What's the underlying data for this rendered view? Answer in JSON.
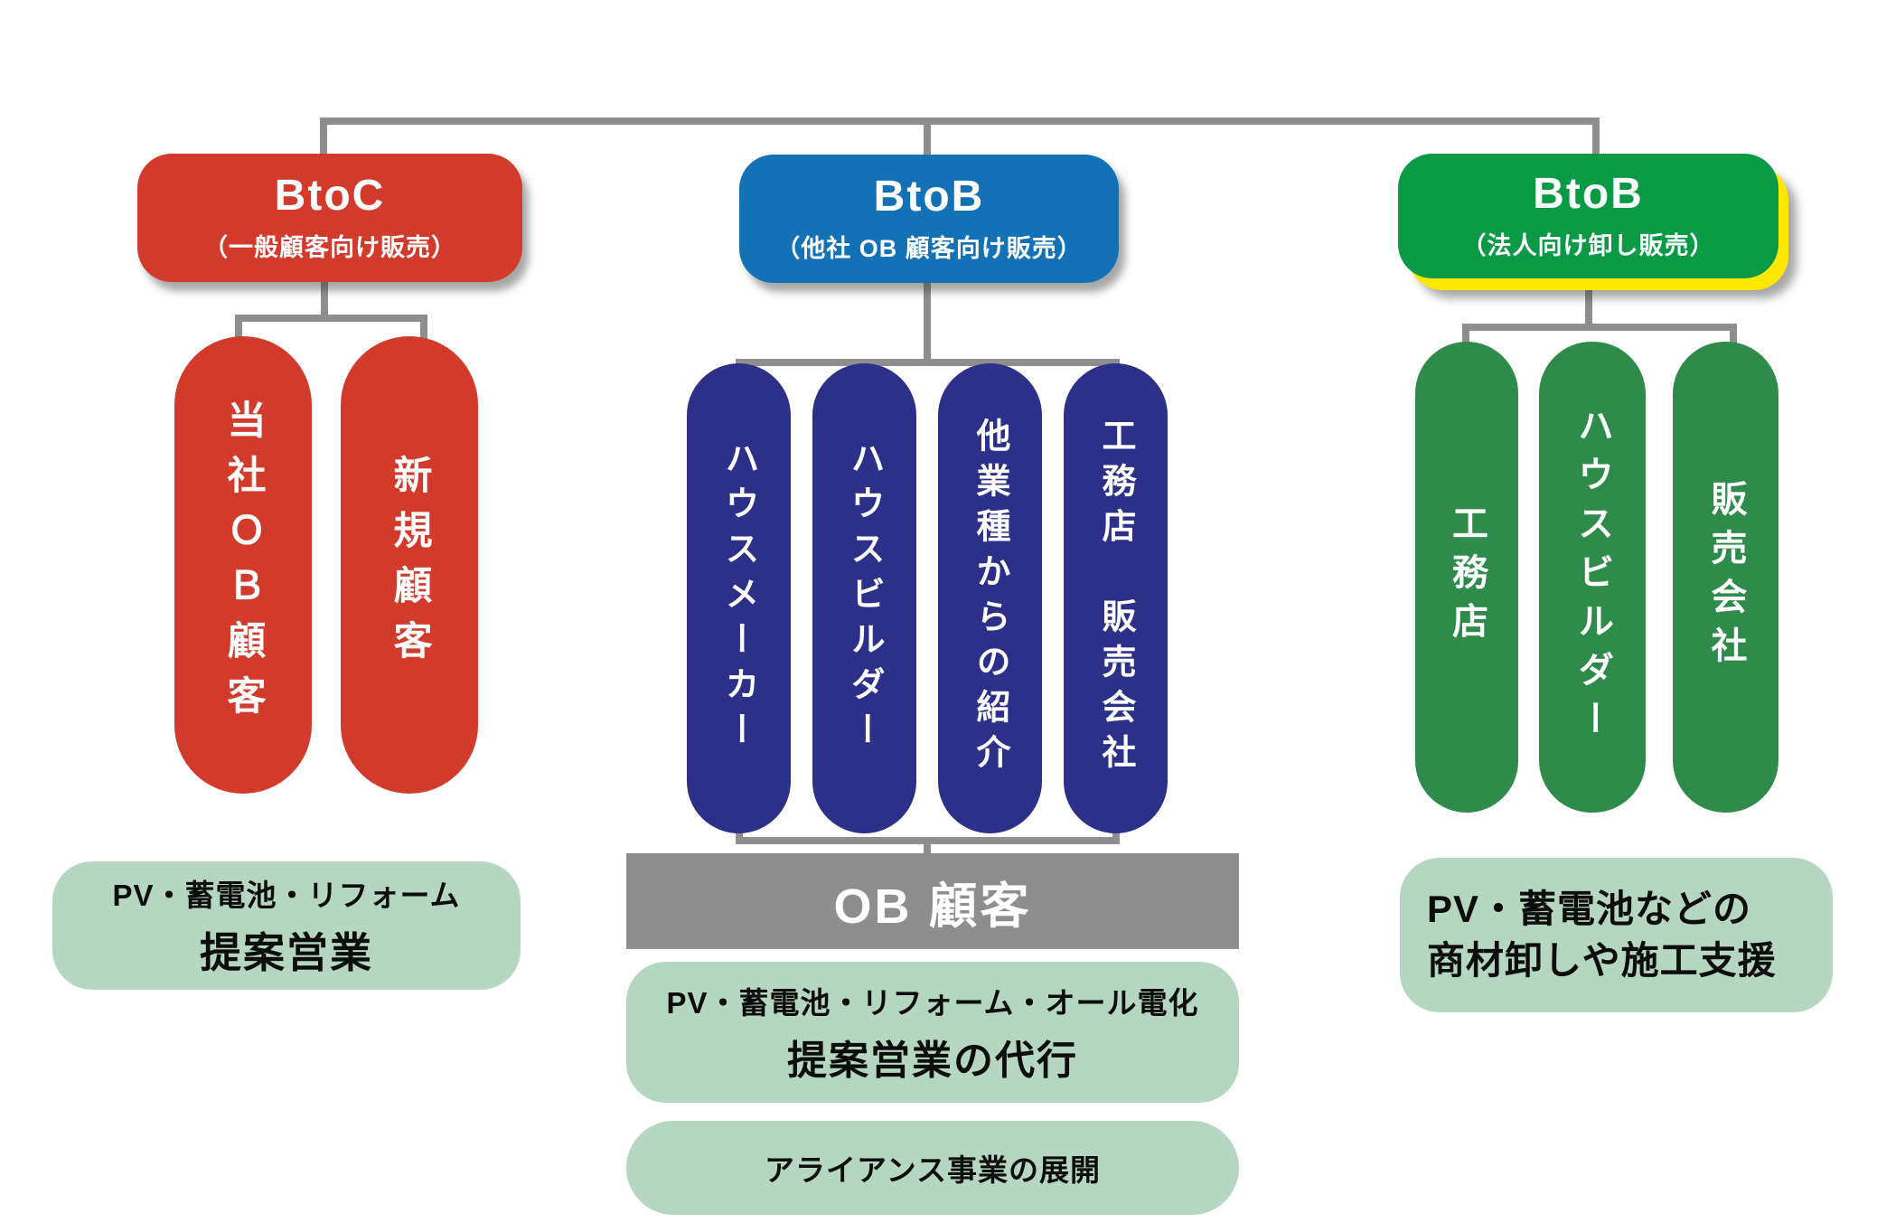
{
  "diagram": {
    "connector_color": "#8e8e8f",
    "note_bg": "#b5d7c1",
    "branches": {
      "btoc": {
        "title": "BtoC",
        "subtitle": "（一般顧客向け販売）",
        "color": "#d23a2c",
        "pills": {
          "p1": "当社ＯＢ顧客",
          "p2": "新規顧客"
        },
        "note": {
          "line1": "PV・蓄電池・リフォーム",
          "line2": "提案営業"
        }
      },
      "btob_ob": {
        "title": "BtoB",
        "subtitle": "（他社 OB 顧客向け販売）",
        "color": "#1272b5",
        "pill_color": "#2c3088",
        "pills": {
          "p1": "ハウスメーカー",
          "p2": "ハウスビルダー",
          "p3": "他業種からの紹介",
          "p4": "工務店　販売会社"
        },
        "ob_box_label": "OB 顧客",
        "ob_box_color": "#8e8e8f",
        "note1": {
          "line1": "PV・蓄電池・リフォーム・オール電化",
          "line2": "提案営業の代行"
        },
        "note2": "アライアンス事業の展開"
      },
      "btob_corp": {
        "title": "BtoB",
        "subtitle": "（法人向け卸し販売）",
        "color": "#0a9a46",
        "pill_color": "#2e8b4a",
        "accent_color": "#ffe800",
        "pills": {
          "p1": "工務店",
          "p2": "ハウスビルダー",
          "p3": "販売会社"
        },
        "note": {
          "line1": "PV・蓄電池などの",
          "line2": "商材卸しや施工支援"
        }
      }
    }
  }
}
